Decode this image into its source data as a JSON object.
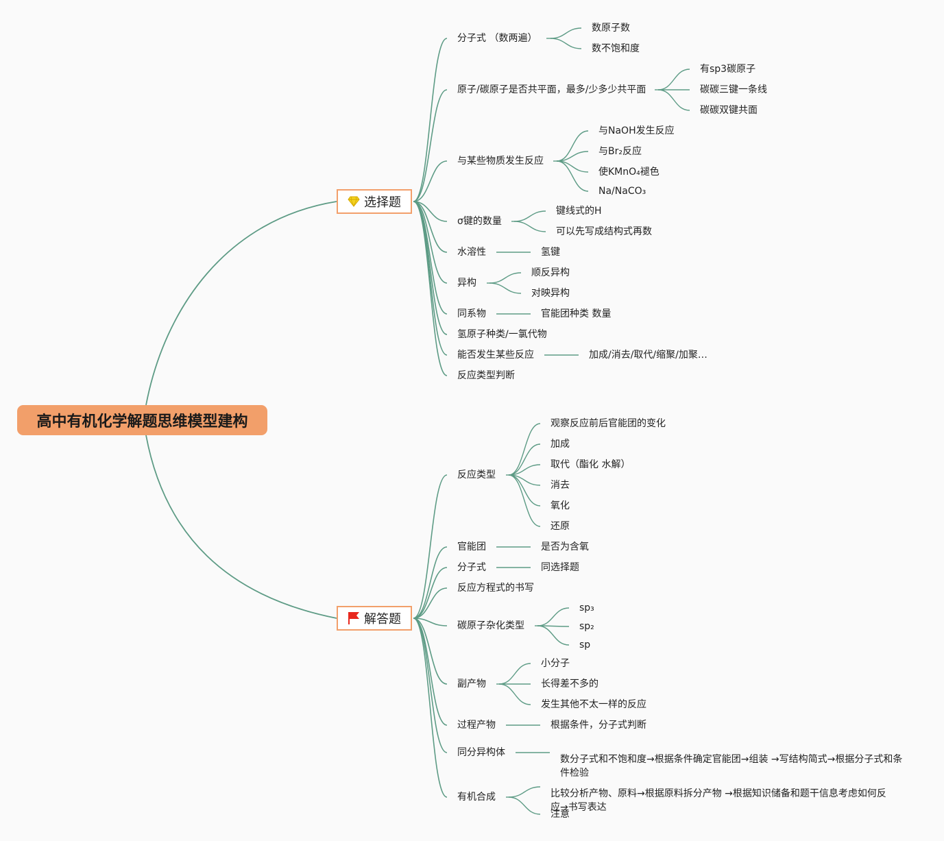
{
  "title": "高中有机化学解题思维模型建构",
  "branches": {
    "choice": {
      "label": "选择题",
      "icon": "diamond-icon",
      "items": [
        {
          "label": "分子式 （数两遍）",
          "children": [
            "数原子数",
            "数不饱和度"
          ]
        },
        {
          "label": "原子/碳原子是否共平面，最多/少多少共平面",
          "children": [
            "有sp3碳原子",
            "碳碳三键一条线",
            "碳碳双键共面"
          ]
        },
        {
          "label": "与某些物质发生反应",
          "children": [
            "与NaOH发生反应",
            "与Br₂反应",
            "使KMnO₄褪色",
            "Na/NaCO₃"
          ]
        },
        {
          "label": "σ键的数量",
          "children": [
            "键线式的H",
            "可以先写成结构式再数"
          ]
        },
        {
          "label": "水溶性",
          "children": [
            "氢键"
          ]
        },
        {
          "label": "异构",
          "children": [
            "顺反异构",
            "对映异构"
          ]
        },
        {
          "label": "同系物",
          "children": [
            "官能团种类 数量"
          ]
        },
        {
          "label": "氢原子种类/一氯代物",
          "children": []
        },
        {
          "label": "能否发生某些反应",
          "children": [
            "加成/消去/取代/缩聚/加聚…"
          ]
        },
        {
          "label": "反应类型判断",
          "children": []
        }
      ]
    },
    "answer": {
      "label": "解答题",
      "icon": "flag-icon",
      "items": [
        {
          "label": "反应类型",
          "children": [
            "观察反应前后官能团的变化",
            "加成",
            "取代（酯化 水解）",
            "消去",
            "氧化",
            "还原"
          ]
        },
        {
          "label": "官能团",
          "children": [
            "是否为含氧"
          ]
        },
        {
          "label": "分子式",
          "children": [
            "同选择题"
          ]
        },
        {
          "label": "反应方程式的书写",
          "children": []
        },
        {
          "label": "碳原子杂化类型",
          "children": [
            "sp₃",
            "sp₂",
            "sp"
          ]
        },
        {
          "label": "副产物",
          "children": [
            "小分子",
            "长得差不多的",
            "发生其他不太一样的反应"
          ]
        },
        {
          "label": "过程产物",
          "children": [
            "根据条件，分子式判断"
          ]
        },
        {
          "label": "同分异构体",
          "children": [
            "数分子式和不饱和度→根据条件确定官能团→组装 →写结构简式→根据分子式和条件检验"
          ]
        },
        {
          "label": "有机合成",
          "children": [
            "比较分析产物、原料→根据原料拆分产物 →根据知识储备和题干信息考虑如何反应→书写表达",
            "注意"
          ]
        }
      ]
    }
  },
  "colors": {
    "line": "#5d9b85",
    "root_fill": "#f29f6a",
    "branch_border": "#f29f6a",
    "diamond": "#f4d320",
    "flag": "#e8281e"
  }
}
